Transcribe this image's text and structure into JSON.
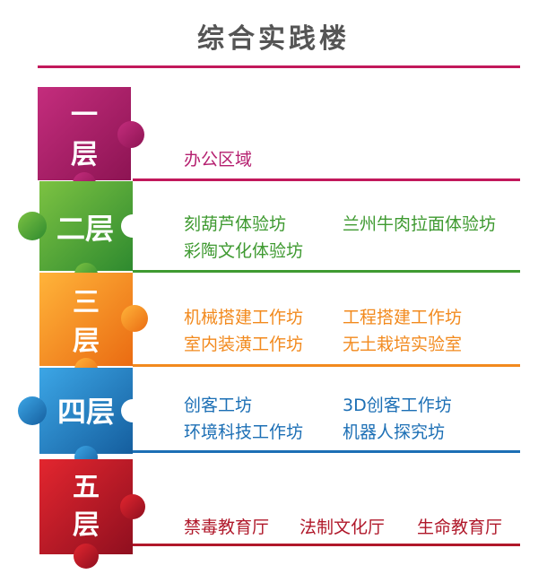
{
  "title": "综合实践楼",
  "floors": [
    {
      "label_lines": [
        "一",
        "层"
      ],
      "color": "#b51f6f",
      "rooms_row1": [
        "办公区域"
      ],
      "rooms_row2": []
    },
    {
      "label_lines": [
        "二层"
      ],
      "color": "#3f9a31",
      "rooms_row1": [
        "刻葫芦体验坊",
        "兰州牛肉拉面体验坊"
      ],
      "rooms_row2": [
        "彩陶文化体验坊"
      ]
    },
    {
      "label_lines": [
        "三",
        "层"
      ],
      "color": "#f28a1e",
      "rooms_row1": [
        "机械搭建工作坊",
        "工程搭建工作坊"
      ],
      "rooms_row2": [
        "室内装潢工作坊",
        "无土栽培实验室"
      ]
    },
    {
      "label_lines": [
        "四层"
      ],
      "color": "#1c6fb5",
      "rooms_row1": [
        "创客工坊",
        "3D创客工作坊"
      ],
      "rooms_row2": [
        "环境科技工作坊",
        "机器人探究坊"
      ]
    },
    {
      "label_lines": [
        "五",
        "层"
      ],
      "color": "#b0182a",
      "rooms_row1": [
        "禁毒教育厅",
        "法制文化厅",
        "生命教育厅"
      ],
      "rooms_row2": []
    }
  ],
  "line_colors": {
    "top": "#c2185b",
    "floor1": "#c2185b",
    "floor2": "#3f9a31",
    "floor3": "#f28a1e",
    "floor4": "#1c6fb5",
    "floor5": "#b0182a"
  }
}
